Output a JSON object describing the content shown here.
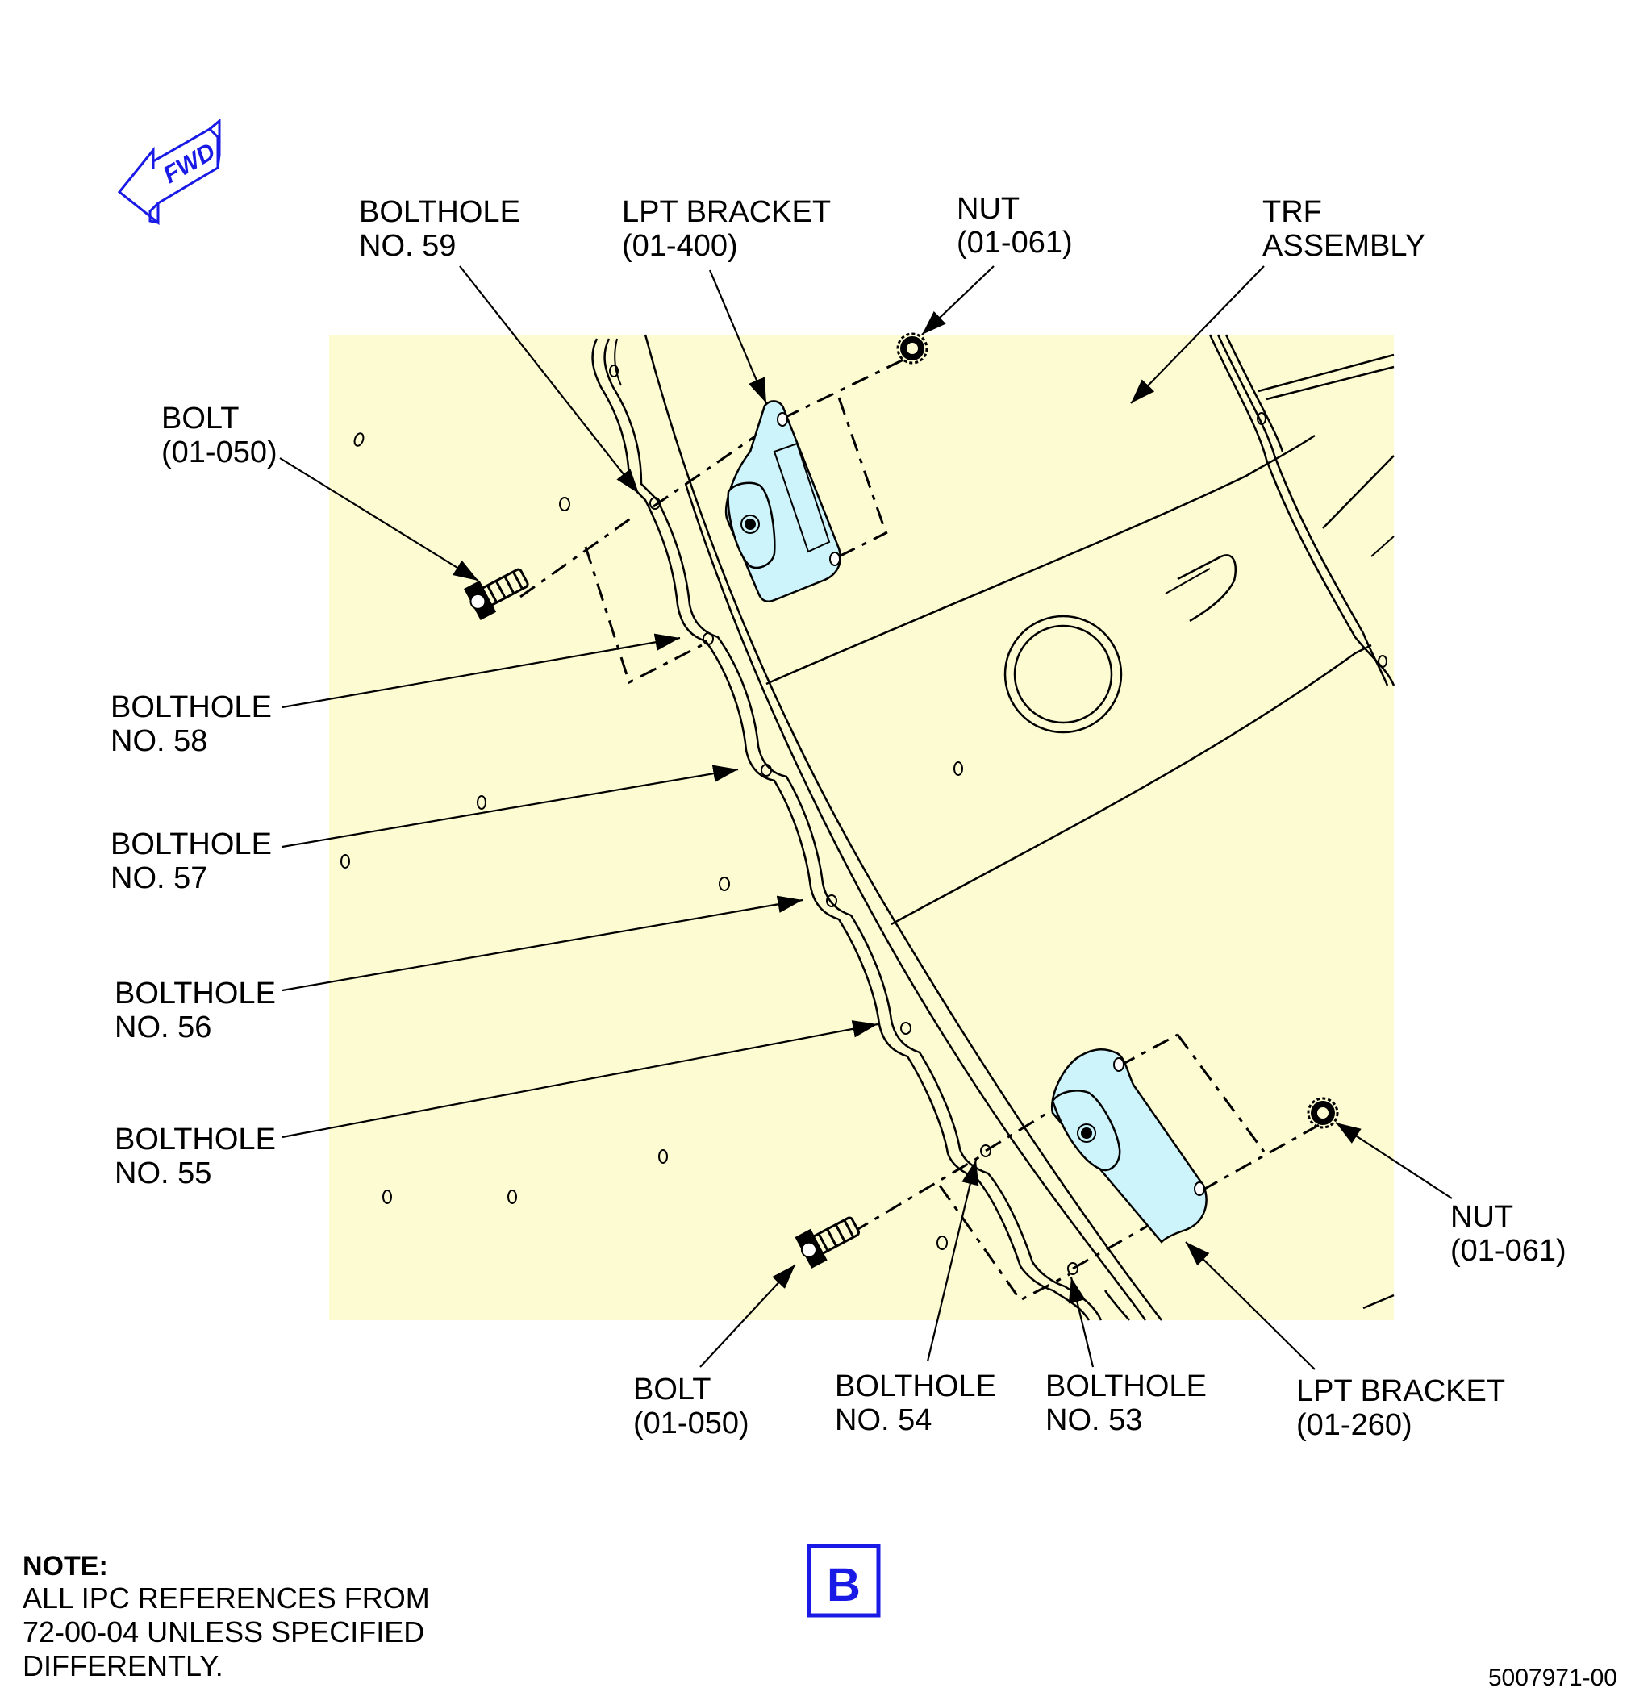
{
  "compass": {
    "label": "FWD"
  },
  "labels": {
    "bolthole_59": [
      "BOLTHOLE",
      "NO. 59"
    ],
    "lpt_bracket_top": [
      "LPT BRACKET",
      "(01-400)"
    ],
    "nut_top": [
      "NUT",
      "(01-061)"
    ],
    "trf_assembly": [
      "TRF",
      "ASSEMBLY"
    ],
    "bolt_top": [
      "BOLT",
      "(01-050)"
    ],
    "bolthole_58": [
      "BOLTHOLE",
      "NO. 58"
    ],
    "bolthole_57": [
      "BOLTHOLE",
      "NO. 57"
    ],
    "bolthole_56": [
      "BOLTHOLE",
      "NO. 56"
    ],
    "bolthole_55": [
      "BOLTHOLE",
      "NO. 55"
    ],
    "nut_bottom": [
      "NUT",
      "(01-061)"
    ],
    "bolt_bottom": [
      "BOLT",
      "(01-050)"
    ],
    "bolthole_54": [
      "BOLTHOLE",
      "NO. 54"
    ],
    "bolthole_53": [
      "BOLTHOLE",
      "NO. 53"
    ],
    "lpt_bracket_bottom": [
      "LPT BRACKET",
      "(01-260)"
    ]
  },
  "note": {
    "title": "NOTE:",
    "lines": [
      "ALL IPC REFERENCES FROM",
      "72-00-04 UNLESS SPECIFIED",
      "DIFFERENTLY."
    ]
  },
  "view_letter": "B",
  "figure_number": "5007971-00",
  "colors": {
    "background_panel": "#fdfbd2",
    "bracket_fill": "#cdf4fa",
    "accent_blue": "#1a1ae6"
  }
}
